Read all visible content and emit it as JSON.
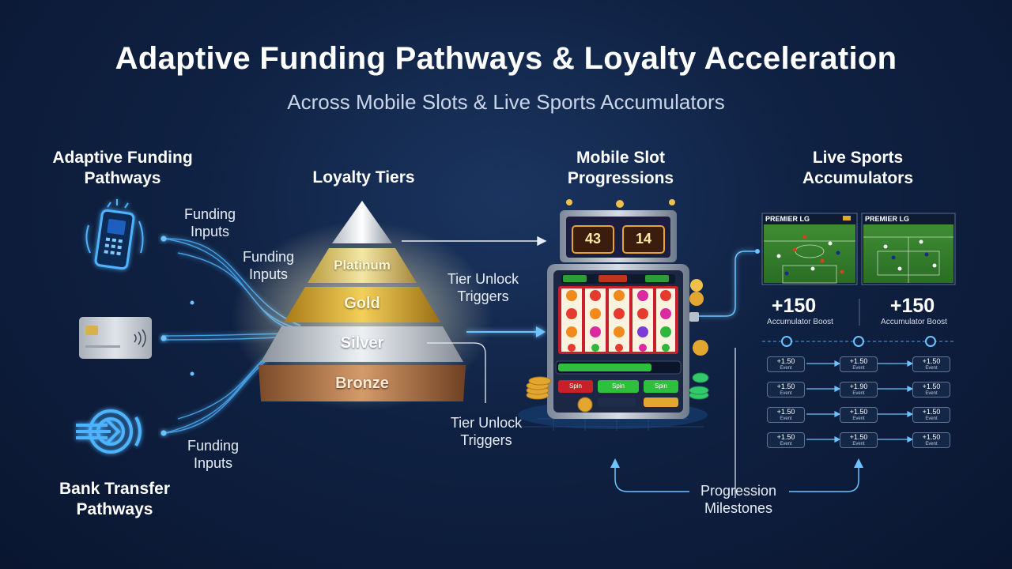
{
  "title": "Adaptive Funding Pathways & Loyalty Acceleration",
  "subtitle": "Across Mobile Slots & Live Sports Accumulators",
  "columns": {
    "funding": "Adaptive Funding\nPathways",
    "loyalty": "Loyalty Tiers",
    "slots": "Mobile Slot\nProgressions",
    "sports": "Live Sports\nAccumulators"
  },
  "funding_labels": [
    "Funding\nInputs",
    "Funding\nInputs",
    "Funding\nInputs"
  ],
  "bank_label": "Bank Transfer\nPathways",
  "tiers": [
    "Platinum",
    "Gold",
    "Silver",
    "Bronze"
  ],
  "tier_triggers": [
    "Tier Unlock\nTriggers",
    "Tier Unlock\nTriggers"
  ],
  "slot": {
    "counters": [
      "43",
      "14"
    ],
    "buttons": [
      "Spin",
      "Spin",
      "Spin"
    ]
  },
  "games": [
    "PREMIER LG",
    "PREMIER LG"
  ],
  "boosts": [
    {
      "value": "+150",
      "label": "Accumulator Boost"
    },
    {
      "value": "+150",
      "label": "Accumulator Boost"
    }
  ],
  "odds_rows": [
    [
      "+1.50",
      "+1.50",
      "+1.50"
    ],
    [
      "+1.50",
      "+1.90",
      "+1.50"
    ],
    [
      "+1.50",
      "+1.50",
      "+1.50"
    ],
    [
      "+1.50",
      "+1.50",
      "+1.50"
    ]
  ],
  "event_label": "Event",
  "milestones": "Progression\nMilestones",
  "colors": {
    "accent_glow": "#4fb4ff",
    "platinum": "#e9d98a",
    "gold": "#e1b53a",
    "silver": "#c7cdd6",
    "bronze": "#b9794a",
    "slot_red": "#c8202a",
    "spin_green": "#2fbf3f"
  }
}
